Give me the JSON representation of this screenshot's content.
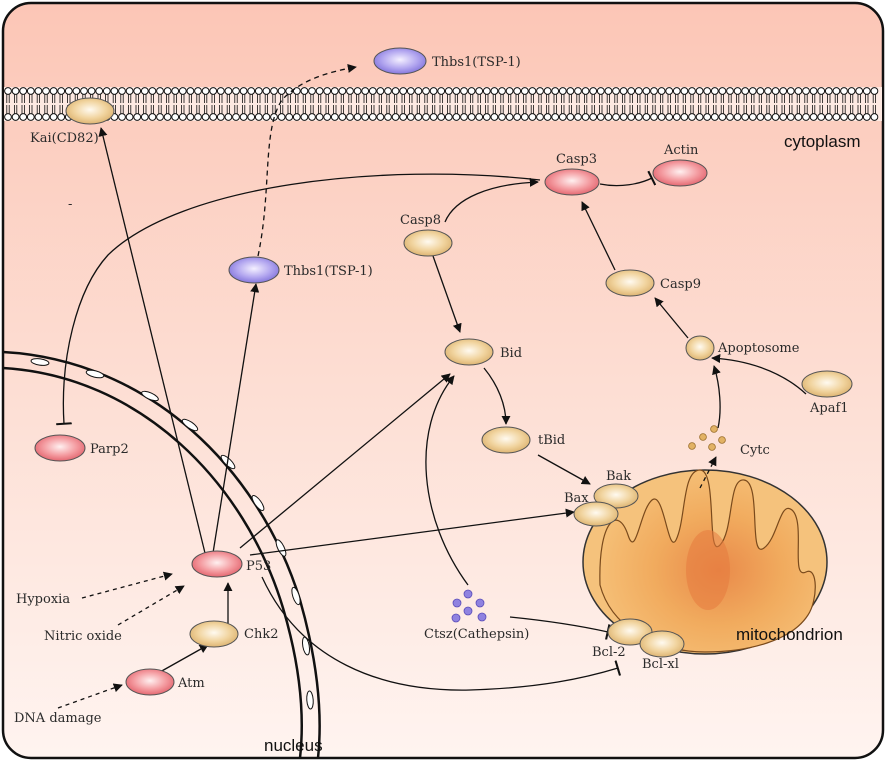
{
  "regions": {
    "cytoplasm": "cytoplasm",
    "nucleus": "nucleus",
    "mitochondrion": "mitochondrion"
  },
  "stray_mark": "-",
  "labels": {
    "thbs1_top": "Thbs1(TSP-1)",
    "thbs1_mid": "Thbs1(TSP-1)",
    "kai": "Kai(CD82)",
    "casp3": "Casp3",
    "actin": "Actin",
    "casp8": "Casp8",
    "casp9": "Casp9",
    "bid": "Bid",
    "tbid": "tBid",
    "apoptosome": "Apoptosome",
    "apaf1": "Apaf1",
    "cytc": "Cytc",
    "parp2": "Parp2",
    "bak": "Bak",
    "bax": "Bax",
    "p53": "P53",
    "hypoxia": "Hypoxia",
    "nitric_oxide": "Nitric oxide",
    "chk2": "Chk2",
    "atm": "Atm",
    "dna_damage": "DNA damage",
    "ctsz": "Ctsz(Cathepsin)",
    "bcl2": "Bcl-2",
    "bclxl": "Bcl-xl"
  },
  "colors": {
    "background_top": "#fcc9b9",
    "background_bottom": "#fff3ef",
    "tan_node": "#e8c58a",
    "red_node": "#f07f86",
    "purple_node": "#9b8ee6",
    "mitochondrion_outer": "#f2b96a",
    "mitochondrion_inner": "#e9954a",
    "cytc_dot": "#e0b05c",
    "cathepsin_dot": "#8f82e0"
  }
}
